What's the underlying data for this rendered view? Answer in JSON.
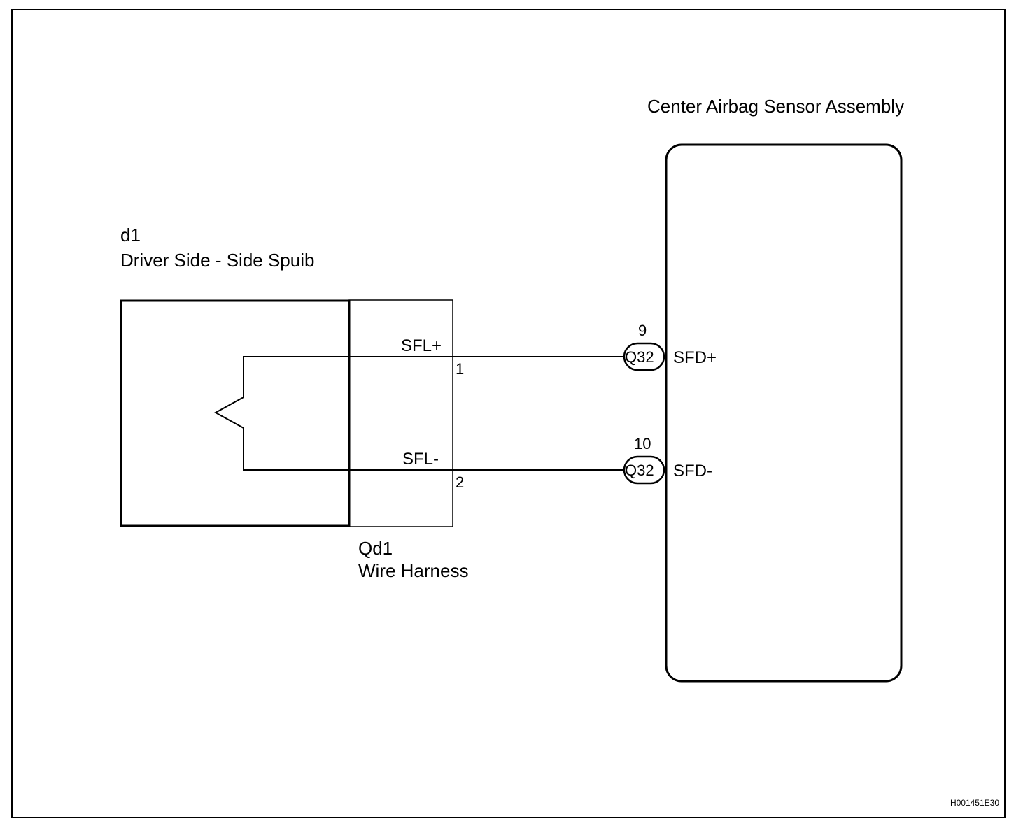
{
  "sensor_assembly": {
    "title": "Center Airbag Sensor Assembly",
    "terminals": [
      {
        "pin": "9",
        "connector": "Q32",
        "signal": "SFD+"
      },
      {
        "pin": "10",
        "connector": "Q32",
        "signal": "SFD-"
      }
    ]
  },
  "squib": {
    "code": "d1",
    "name": "Driver Side - Side Spuib"
  },
  "harness": {
    "code": "Qd1",
    "name": "Wire Harness",
    "terminals": [
      {
        "pin": "1",
        "signal": "SFL+"
      },
      {
        "pin": "2",
        "signal": "SFL-"
      }
    ]
  },
  "figure_code": "H001451E30"
}
